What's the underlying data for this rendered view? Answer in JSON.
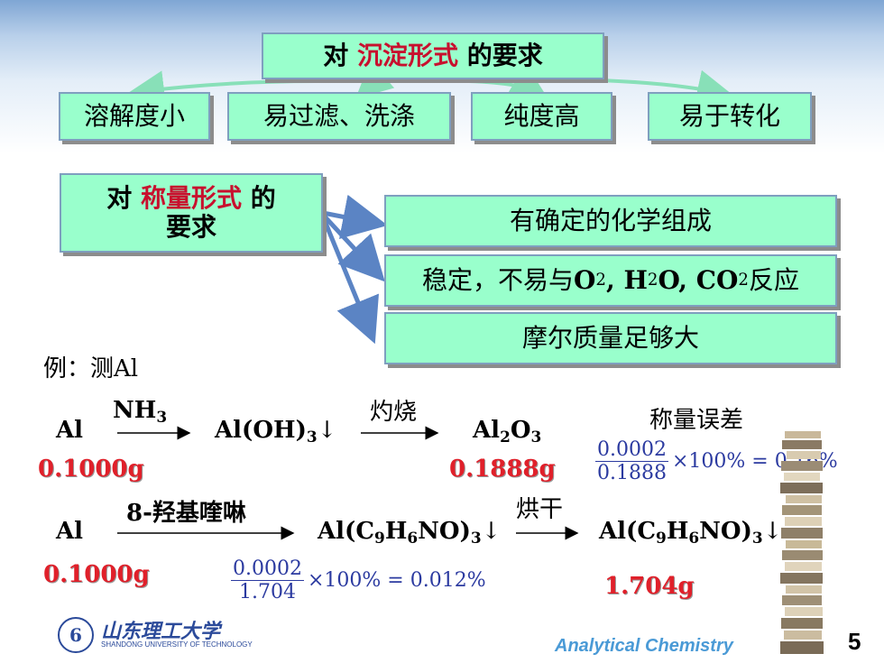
{
  "precipitation": {
    "title_prefix": "对",
    "title_highlight": "沉淀形式",
    "title_suffix": "的要求",
    "items": [
      "溶解度小",
      "易过滤、洗涤",
      "纯度高",
      "易于转化"
    ]
  },
  "weighing": {
    "title_prefix": "对",
    "title_highlight": "称量形式",
    "title_suffix": "的",
    "title_line2": "要求",
    "items": [
      "有确定的化学组成",
      "稳定，不易与",
      "O",
      "2",
      ", H",
      "2",
      "O, CO",
      "2",
      " 反应",
      "摩尔质量足够大"
    ]
  },
  "example": {
    "label": "例：测Al",
    "row1": {
      "start": "Al",
      "reagent": "NH",
      "reagent_sub": "3",
      "mid": "Al(OH)",
      "mid_sub": "3",
      "mid_arrow": "↓",
      "reagent2": "灼烧",
      "end": "Al",
      "end_sub1": "2",
      "end_o": "O",
      "end_sub2": "3",
      "start_mass": "0.1000g",
      "end_mass": "0.1888g",
      "error_label": "称量误差",
      "error_num": "0.0002",
      "error_den": "0.1888",
      "error_rest": "×100% = 0.16%"
    },
    "row2": {
      "start": "Al",
      "reagent": "8-羟基喹啉",
      "mid": "Al(C",
      "mid_s1": "9",
      "mid_h": "H",
      "mid_s2": "6",
      "mid_no": "NO)",
      "mid_s3": "3",
      "mid_arrow": "↓",
      "reagent2": "烘干",
      "start_mass": "0.1000g",
      "end_mass": "1.704g",
      "error_num": "0.0002",
      "error_den": "1.704",
      "error_rest": "×100% = 0.012%"
    }
  },
  "footer": {
    "university": "SHANDONG UNIVERSITY OF TECHNOLOGY",
    "university_cn": "山东理工大学",
    "course": "Analytical Chemistry",
    "page": "5"
  }
}
